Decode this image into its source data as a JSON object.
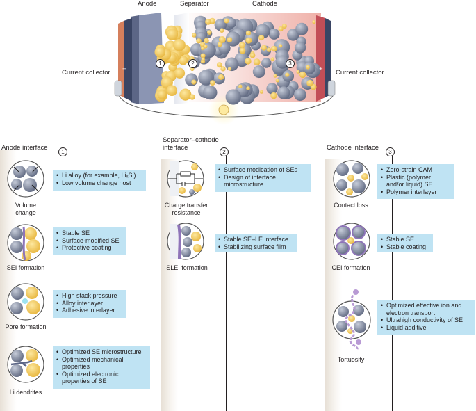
{
  "top": {
    "anode_label": "Anode",
    "separator_label": "Separator",
    "cathode_label": "Cathode",
    "current_collector_left": "Current collector",
    "current_collector_right": "Current collector",
    "marker_1": "1",
    "marker_2": "2",
    "marker_3": "3",
    "minus": "−",
    "plus": "+"
  },
  "columns": [
    {
      "title": "Anode interface",
      "number": "1",
      "items": [
        {
          "caption": "Volume change",
          "bullets": [
            "Li alloy (for example, LiₓSi)",
            "Low volume change host"
          ]
        },
        {
          "caption": "SEI formation",
          "bullets": [
            "Stable SE",
            "Surface-modified SE",
            "Protective coating"
          ]
        },
        {
          "caption": "Pore formation",
          "bullets": [
            "High stack pressure",
            "Alloy interlayer",
            "Adhesive interlayer"
          ]
        },
        {
          "caption": "Li dendrites",
          "bullets": [
            "Optimized SE microstructure",
            "Optimized mechanical properties",
            "Optimized electronic properties of SE"
          ]
        }
      ]
    },
    {
      "title": "Separator–cathode interface",
      "number": "2",
      "items": [
        {
          "caption": "Charge transfer resistance",
          "bullets": [
            "Surface modication of SEs",
            "Design of interface microstructure"
          ]
        },
        {
          "caption": "SLEI formation",
          "bullets": [
            "Stable SE–LE interface",
            "Stabilizing surface film"
          ]
        }
      ]
    },
    {
      "title": "Cathode interface",
      "number": "3",
      "items": [
        {
          "caption": "Contact loss",
          "bullets": [
            "Zero-strain CAM",
            "Plastic (polymer and/or liquid) SE",
            "Polymer interlayer"
          ]
        },
        {
          "caption": "CEI formation",
          "bullets": [
            "Stable SE",
            "Stable coating"
          ]
        },
        {
          "caption": "Tortuosity",
          "bullets": [
            "Optimized effective ion and electron transport",
            "Ultrahigh conductivity of SE",
            "Liquid additive"
          ]
        }
      ]
    }
  ],
  "colors": {
    "box": "#bfe3f3",
    "gold": "#f2c94c",
    "grey_particle": "#7d8699",
    "purple": "#8e74b8",
    "anode_plate": "#7b86a6",
    "cathode_plate": "#c0504d"
  }
}
